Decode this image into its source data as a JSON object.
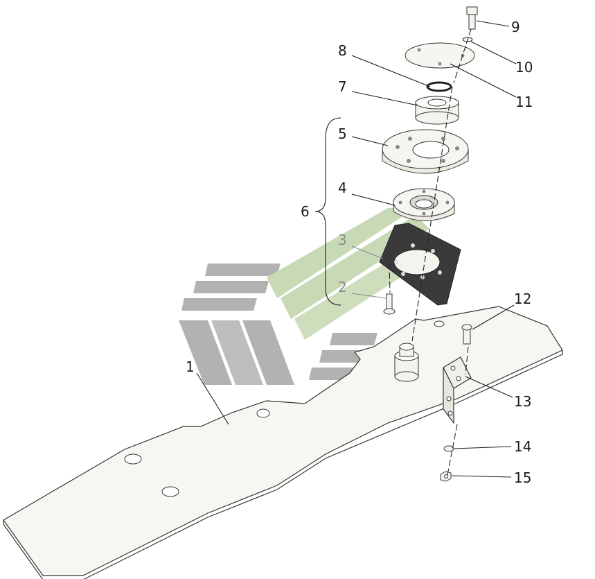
{
  "diagram": {
    "callouts": [
      {
        "id": "p1",
        "text": "1"
      },
      {
        "id": "p2",
        "text": "2"
      },
      {
        "id": "p3",
        "text": "3"
      },
      {
        "id": "p4",
        "text": "4"
      },
      {
        "id": "p5",
        "text": "5"
      },
      {
        "id": "p6",
        "text": "6"
      },
      {
        "id": "p7",
        "text": "7"
      },
      {
        "id": "p8",
        "text": "8"
      },
      {
        "id": "p9",
        "text": "9"
      },
      {
        "id": "p10",
        "text": "10"
      },
      {
        "id": "p11",
        "text": "11"
      },
      {
        "id": "p12",
        "text": "12"
      },
      {
        "id": "p13",
        "text": "13"
      },
      {
        "id": "p14",
        "text": "14"
      },
      {
        "id": "p15",
        "text": "15"
      }
    ],
    "colors": {
      "part_fill": "#f4f4ee",
      "dark_plate": "#3a3a3a",
      "watermark_grey": "#a9aaa9",
      "watermark_green": "#c3d7ad",
      "line": "#222222"
    }
  }
}
